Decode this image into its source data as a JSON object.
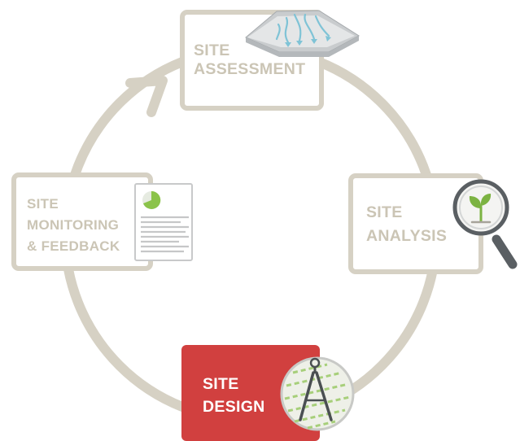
{
  "cycle": {
    "stages": [
      {
        "id": "assessment",
        "lines": [
          "SITE",
          "ASSESSMENT"
        ],
        "active": false,
        "icon": "terrain-flow-icon"
      },
      {
        "id": "analysis",
        "lines": [
          "SITE",
          "ANALYSIS"
        ],
        "active": false,
        "icon": "magnifier-plant-icon"
      },
      {
        "id": "design",
        "lines": [
          "SITE",
          "DESIGN"
        ],
        "active": true,
        "icon": "compass-drawing-icon"
      },
      {
        "id": "monitoring",
        "lines": [
          "SITE",
          "MONITORING",
          "& FEEDBACK"
        ],
        "active": false,
        "icon": "report-document-icon"
      }
    ]
  },
  "colors": {
    "ring": "#d6d1c4",
    "box_border": "#d6d1c4",
    "inactive_text": "#cbc5b5",
    "active_fill": "#d1403f",
    "active_text": "#ffffff",
    "blue_arrow": "#7fc3d6",
    "leaf": "#7cb342",
    "pie_green": "#8bc34a",
    "magnifier_handle": "#5a5f63"
  }
}
